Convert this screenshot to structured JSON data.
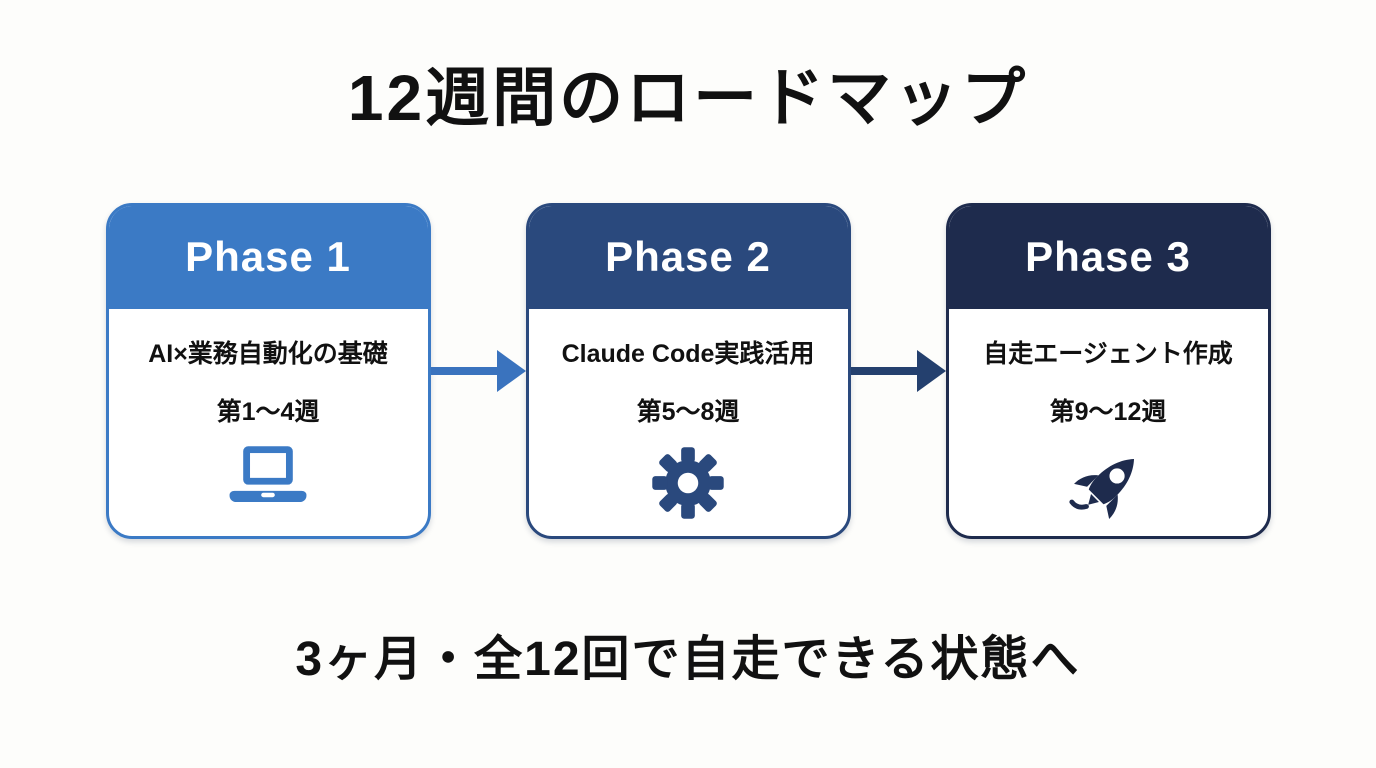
{
  "page": {
    "title": "12週間のロードマップ",
    "footer": "3ヶ月・全12回で自走できる状態へ",
    "background_color": "#fdfdfb",
    "text_color": "#111111"
  },
  "phases": [
    {
      "label": "Phase 1",
      "topic": "AI×業務自動化の基礎",
      "weeks": "第1〜4週",
      "icon": "laptop-icon",
      "color": "#3b7ac5"
    },
    {
      "label": "Phase 2",
      "topic": "Claude Code実践活用",
      "weeks": "第5〜8週",
      "icon": "gear-icon",
      "color": "#2a497d"
    },
    {
      "label": "Phase 3",
      "topic": "自走エージェント作成",
      "weeks": "第9〜12週",
      "icon": "rocket-icon",
      "color": "#1e2b4d"
    }
  ],
  "arrows": [
    {
      "name": "arrow-phase1-to-phase2",
      "color": "#3a73be"
    },
    {
      "name": "arrow-phase2-to-phase3",
      "color": "#24406e"
    }
  ]
}
